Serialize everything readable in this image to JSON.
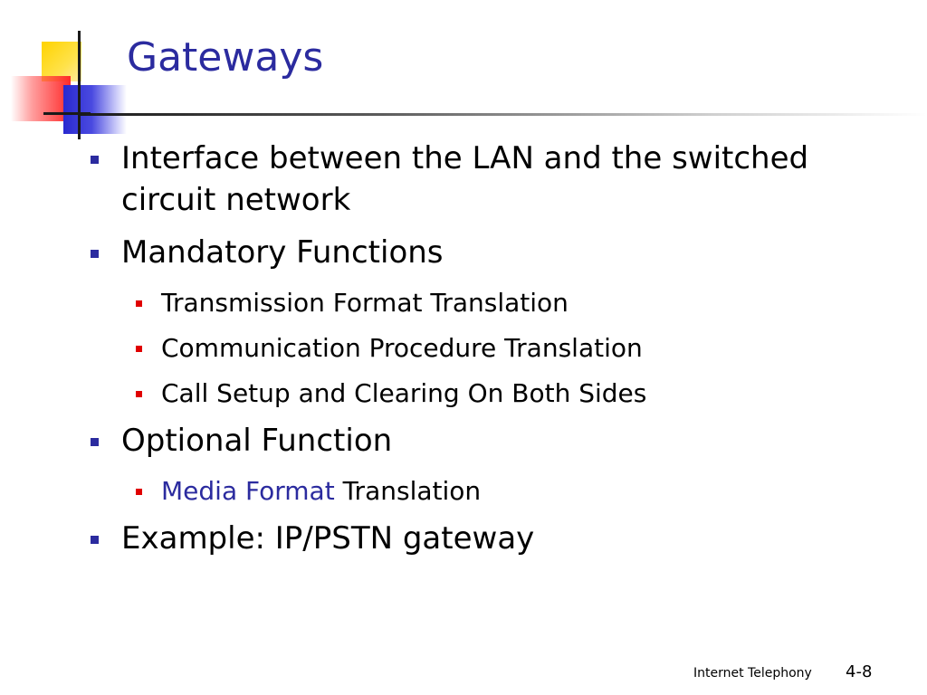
{
  "slide": {
    "title": "Gateways",
    "bullets": [
      {
        "text": "Interface between the LAN and the switched circuit network"
      },
      {
        "text": "Mandatory Functions"
      },
      {
        "text": "Transmission Format Translation"
      },
      {
        "text": "Communication Procedure Translation"
      },
      {
        "text": "Call Setup and Clearing On Both Sides"
      },
      {
        "text": "Optional Function"
      },
      {
        "highlight": "Media Format",
        "rest": " Translation"
      },
      {
        "text": "Example: IP/PSTN gateway"
      }
    ],
    "footer": {
      "course": "Internet Telephony",
      "page": "4-8"
    }
  },
  "colors": {
    "title": "#2b2b9f",
    "bullet_level1": "#2b2b9f",
    "bullet_level2": "#e00000",
    "highlight_text": "#2b2b9f"
  }
}
